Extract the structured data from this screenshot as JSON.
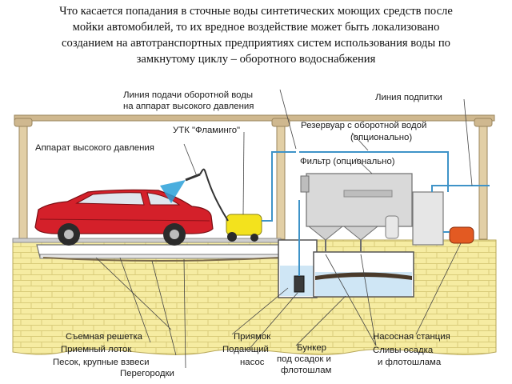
{
  "intro_lines": [
    "Что касается попадания в сточные воды синтетических моющих средств после",
    "мойки автомобилей, то их вредное воздействие может быть локализовано",
    "созданием на автотранспортных предприятиях систем использования воды по",
    "замкнутому циклу – оборотного водоснабжения"
  ],
  "labels": {
    "supply_line_1": "Линия подачи оборотной воды",
    "supply_line_2": "на аппарат высокого давления",
    "makeup_line": "Линия подпитки",
    "utk": "УТК \"Фламинго\"",
    "reservoir_1": "Резервуар с оборотной водой",
    "reservoir_2": "(опционально)",
    "hp_unit": "Аппарат высокого давления",
    "filter": "Фильтр (опционально)",
    "grate": "Съемная решетка",
    "tray": "Приемный лоток",
    "sand": "Песок, крупные взвеси",
    "partitions": "Перегородки",
    "pit": "Приямок",
    "pump_1": "Подающий",
    "pump_2": "насос",
    "bunker_1": "Бункер",
    "bunker_2": "под осадок и",
    "bunker_3": "флотошлам",
    "pump_station": "Насосная станция",
    "drains_1": "Сливы осадка",
    "drains_2": "и флотошлама"
  },
  "colors": {
    "brick": "#f6eca2",
    "brick_line": "#d9cc7a",
    "water": "#cfe6f5",
    "pipe": "#3f93c8",
    "car": "#d4202a",
    "washer": "#f3e21d",
    "tank": "#d9d9d9",
    "pump": "#e35a22"
  }
}
